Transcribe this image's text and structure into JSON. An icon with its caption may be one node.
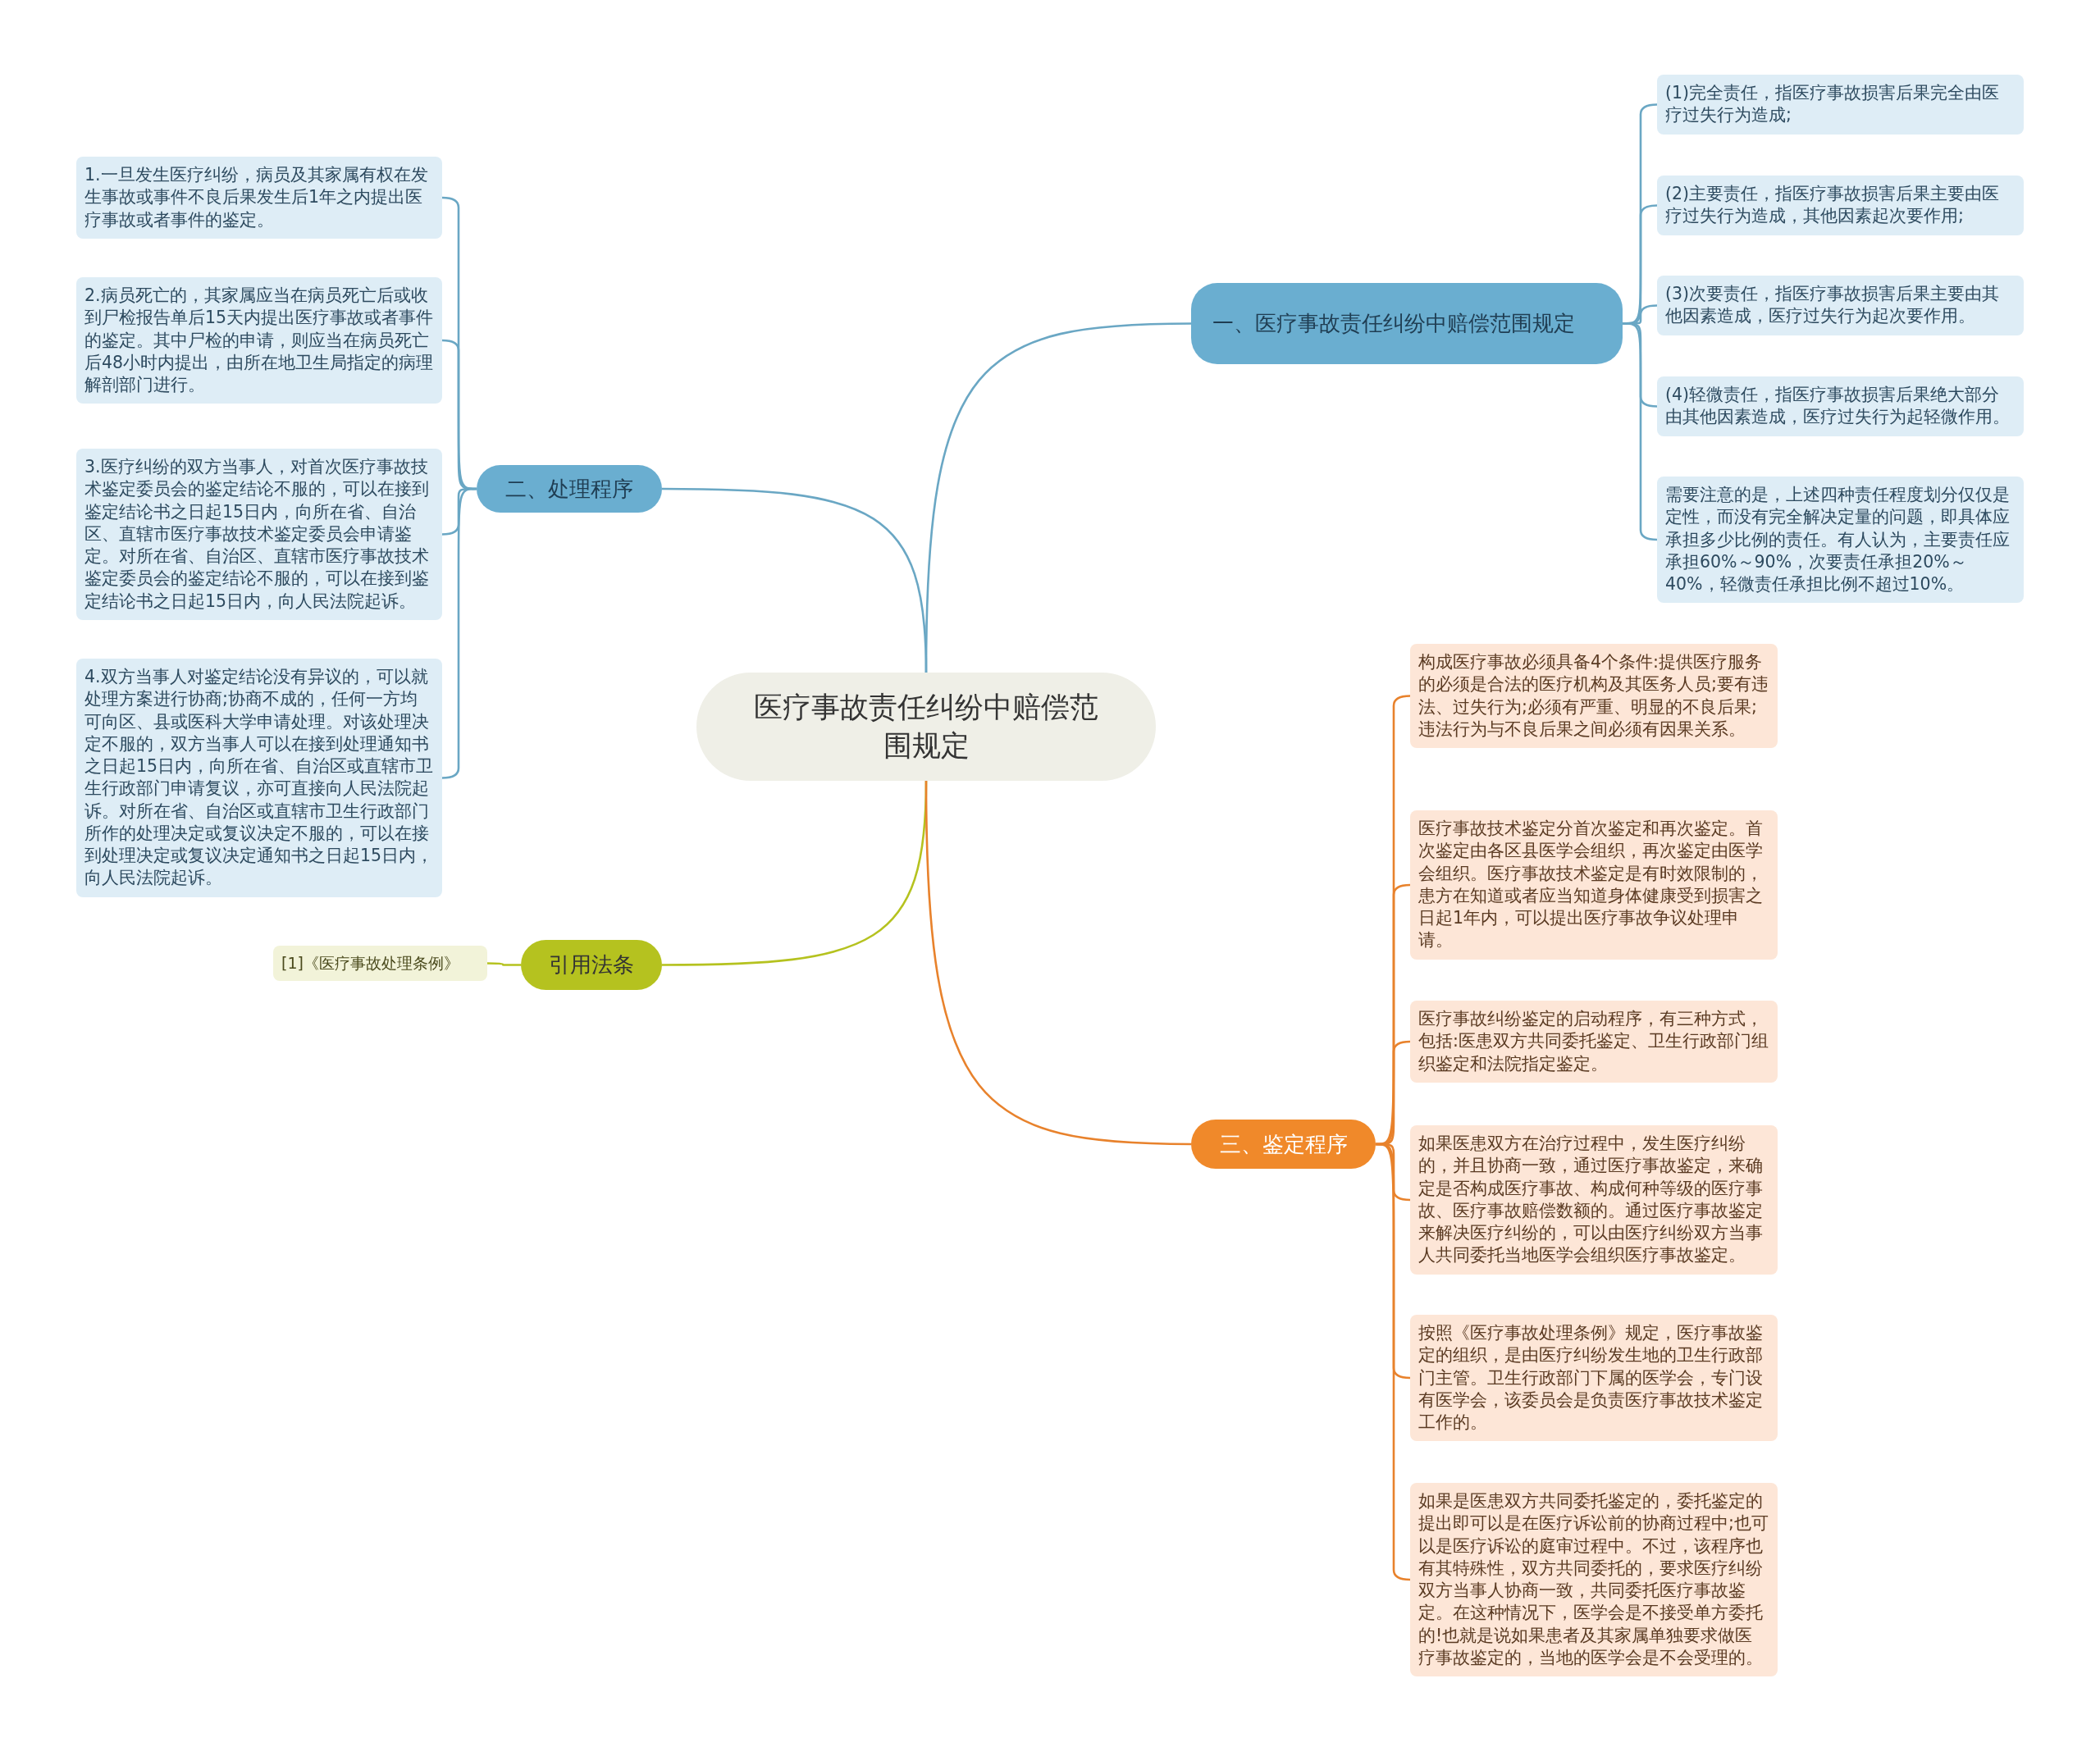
{
  "diagram": {
    "nodes": [
      {
        "text": [
          "医疗事故责任纠纷中赔偿范围规定"
        ]
      },
      {
        "text": [
          "一、医疗事故责任纠纷中赔偿范围规定"
        ]
      },
      {
        "text": [
          "(1)完全责任，指医疗事故损害后果完全由医疗过失行为造成;"
        ]
      },
      {
        "text": [
          "(2)主要责任，指医疗事故损害后果主要由医疗过失行为造成，其他因素起次要作用;"
        ]
      },
      {
        "text": [
          "(3)次要责任，指医疗事故损害后果主要由其他因素造成，医疗过失行为起次要作用。"
        ]
      },
      {
        "text": [
          "(4)轻微责任，指医疗事故损害后果绝大部分由其他因素造成，医疗过失行为起轻微作用。"
        ]
      },
      {
        "text": [
          "需要注意的是，上述四种责任程度划分仅仅是定性，而没有完全解决定量的问题，即具体应承担多少比例的责任。有人认为，主要责任应承担60%～90%，次要责任承担20%～40%，轻微责任承担比例不超过10%。"
        ]
      },
      {
        "text": [
          "二、处理程序"
        ]
      },
      {
        "text": [
          "1.一旦发生医疗纠纷，病员及其家属有权在发生事故或事件不良后果发生后1年之内提出医疗事故或者事件的鉴定。"
        ]
      },
      {
        "text": [
          "2.病员死亡的，其家属应当在病员死亡后或收到尸检报告单后15天内提出医疗事故或者事件的鉴定。其中尸检的申请，则应当在病员死亡后48小时内提出，由所在地卫生局指定的病理解剖部门进行。"
        ]
      },
      {
        "text": [
          "3.医疗纠纷的双方当事人，对首次医疗事故技术鉴定委员会的鉴定结论不服的，可以在接到鉴定结论书之日起15日内，向所在省、自治区、直辖市医疗事故技术鉴定委员会申请鉴定。对所在省、自治区、直辖市医疗事故技术鉴定委员会的鉴定结论不服的，可以在接到鉴定结论书之日起15日内，向人民法院起诉。"
        ]
      },
      {
        "text": [
          "4.双方当事人对鉴定结论没有异议的，可以就处理方案进行协商;协商不成的，任何一方均可向区、县或医科大学申请处理。对该处理决定不服的，双方当事人可以在接到处理通知书之日起15日内，向所在省、自治区或直辖市卫生行政部门申请复议，亦可直接向人民法院起诉。对所在省、自治区或直辖市卫生行政部门所作的处理决定或复议决定不服的，可以在接到处理决定或复议决定通知书之日起15日内，向人民法院起诉。"
        ]
      },
      {
        "text": [
          "引用法条"
        ]
      },
      {
        "text": [
          "[1]《医疗事故处理条例》"
        ]
      },
      {
        "text": [
          "三、鉴定程序"
        ]
      },
      {
        "text": [
          "构成医疗事故必须具备4个条件:提供医疗服务的必须是合法的医疗机构及其医务人员;要有违法、过失行为;必须有严重、明显的不良后果;违法行为与不良后果之间必须有因果关系。"
        ]
      },
      {
        "text": [
          "医疗事故技术鉴定分首次鉴定和再次鉴定。首次鉴定由各区县医学会组织，再次鉴定由医学会组织。医疗事故技术鉴定是有时效限制的，患方在知道或者应当知道身体健康受到损害之日起1年内，可以提出医疗事故争议处理申请。"
        ]
      },
      {
        "text": [
          "医疗事故纠纷鉴定的启动程序，有三种方式，包括:医患双方共同委托鉴定、卫生行政部门组织鉴定和法院指定鉴定。"
        ]
      },
      {
        "text": [
          "如果医患双方在治疗过程中，发生医疗纠纷的，并且协商一致，通过医疗事故鉴定，来确定是否构成医疗事故、构成何种等级的医疗事故、医疗事故赔偿数额的。通过医疗事故鉴定来解决医疗纠纷的，可以由医疗纠纷双方当事人共同委托当地医学会组织医疗事故鉴定。"
        ]
      },
      {
        "text": [
          "按照《医疗事故处理条例》规定，医疗事故鉴定的组织，是由医疗纠纷发生地的卫生行政部门主管。卫生行政部门下属的医学会，专门设有医学会，该委员会是负责医疗事故技术鉴定工作的。"
        ]
      },
      {
        "text": [
          "如果是医患双方共同委托鉴定的，委托鉴定的提出即可以是在医疗诉讼前的协商过程中;也可以是医疗诉讼的庭审过程中。不过，该程序也有其特殊性，双方共同委托的，要求医疗纠纷双方当事人协商一致，共同委托医疗事故鉴定。在这种情况下，医学会是不接受单方委托的!也就是说如果患者及其家属单独要求做医疗事故鉴定的，当地的医学会是不会受理的。"
        ]
      }
    ],
    "edges": [
      {
        "from": 0,
        "to": 1,
        "arrow": "none"
      },
      {
        "from": 1,
        "to": 2,
        "arrow": "none"
      },
      {
        "from": 1,
        "to": 3,
        "arrow": "none"
      },
      {
        "from": 1,
        "to": 4,
        "arrow": "none"
      },
      {
        "from": 1,
        "to": 5,
        "arrow": "none"
      },
      {
        "from": 1,
        "to": 6,
        "arrow": "none"
      },
      {
        "from": 0,
        "to": 7,
        "arrow": "none"
      },
      {
        "from": 7,
        "to": 8,
        "arrow": "none"
      },
      {
        "from": 7,
        "to": 9,
        "arrow": "none"
      },
      {
        "from": 7,
        "to": 10,
        "arrow": "none"
      },
      {
        "from": 7,
        "to": 11,
        "arrow": "none"
      },
      {
        "from": 0,
        "to": 12,
        "arrow": "none",
        "color": "#b5c21f"
      },
      {
        "from": 12,
        "to": 13,
        "arrow": "none",
        "color": "#b5c21f"
      },
      {
        "from": 0,
        "to": 14,
        "arrow": "none",
        "color": "#e8822c"
      },
      {
        "from": 14,
        "to": 15,
        "arrow": "none",
        "color": "#e8822c"
      },
      {
        "from": 14,
        "to": 16,
        "arrow": "none",
        "color": "#e8822c"
      },
      {
        "from": 14,
        "to": 17,
        "arrow": "none",
        "color": "#e8822c"
      },
      {
        "from": 14,
        "to": 18,
        "arrow": "none",
        "color": "#e8822c"
      },
      {
        "from": 14,
        "to": 19,
        "arrow": "none",
        "color": "#e8822c"
      },
      {
        "from": 14,
        "to": 20,
        "arrow": "none",
        "color": "#e8822c"
      }
    ]
  }
}
